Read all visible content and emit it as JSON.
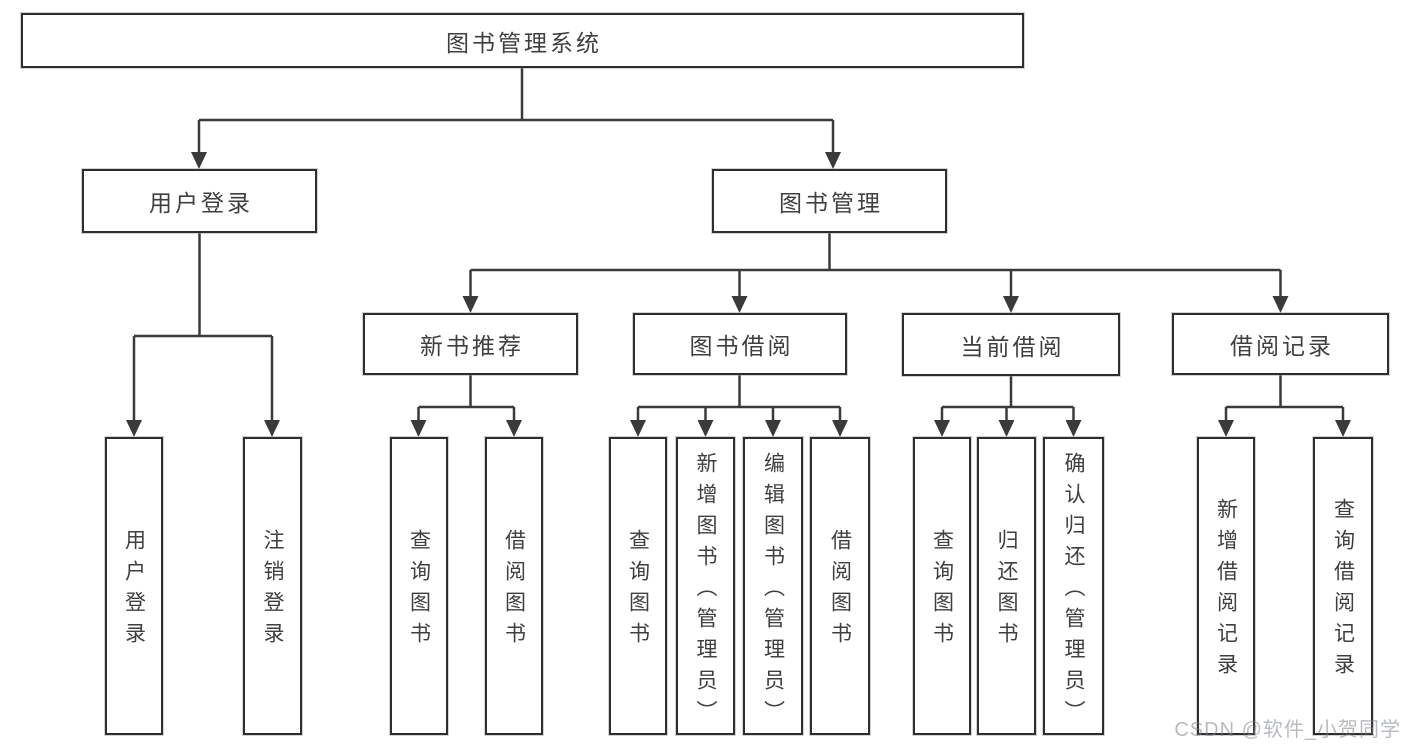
{
  "nodes": {
    "root": "图书管理系统",
    "level2": {
      "user_login": "用户登录",
      "book_mgmt": "图书管理"
    },
    "level3": {
      "new_books": "新书推荐",
      "book_borrow": "图书借阅",
      "current_borrow": "当前借阅",
      "borrow_records": "借阅记录"
    },
    "leaves": {
      "user_login_1": "用户登录",
      "user_login_2": "注销登录",
      "new_books_1": "查询图书",
      "new_books_2": "借阅图书",
      "book_borrow_1": "查询图书",
      "book_borrow_2": "新增图书（管理员）",
      "book_borrow_3": "编辑图书（管理员）",
      "book_borrow_4": "借阅图书",
      "current_borrow_1": "查询图书",
      "current_borrow_2": "归还图书",
      "current_borrow_3": "确认归还（管理员）",
      "borrow_records_1": "新增借阅记录",
      "borrow_records_2": "查询借阅记录"
    }
  },
  "watermark": {
    "text": "CSDN @软件_小贺同学",
    "color": "#b9bdc1"
  },
  "colors": {
    "line": "#3a3a3a",
    "box_border": "#2e2e2e",
    "text": "#3f3f3f",
    "background": "#ffffff"
  }
}
